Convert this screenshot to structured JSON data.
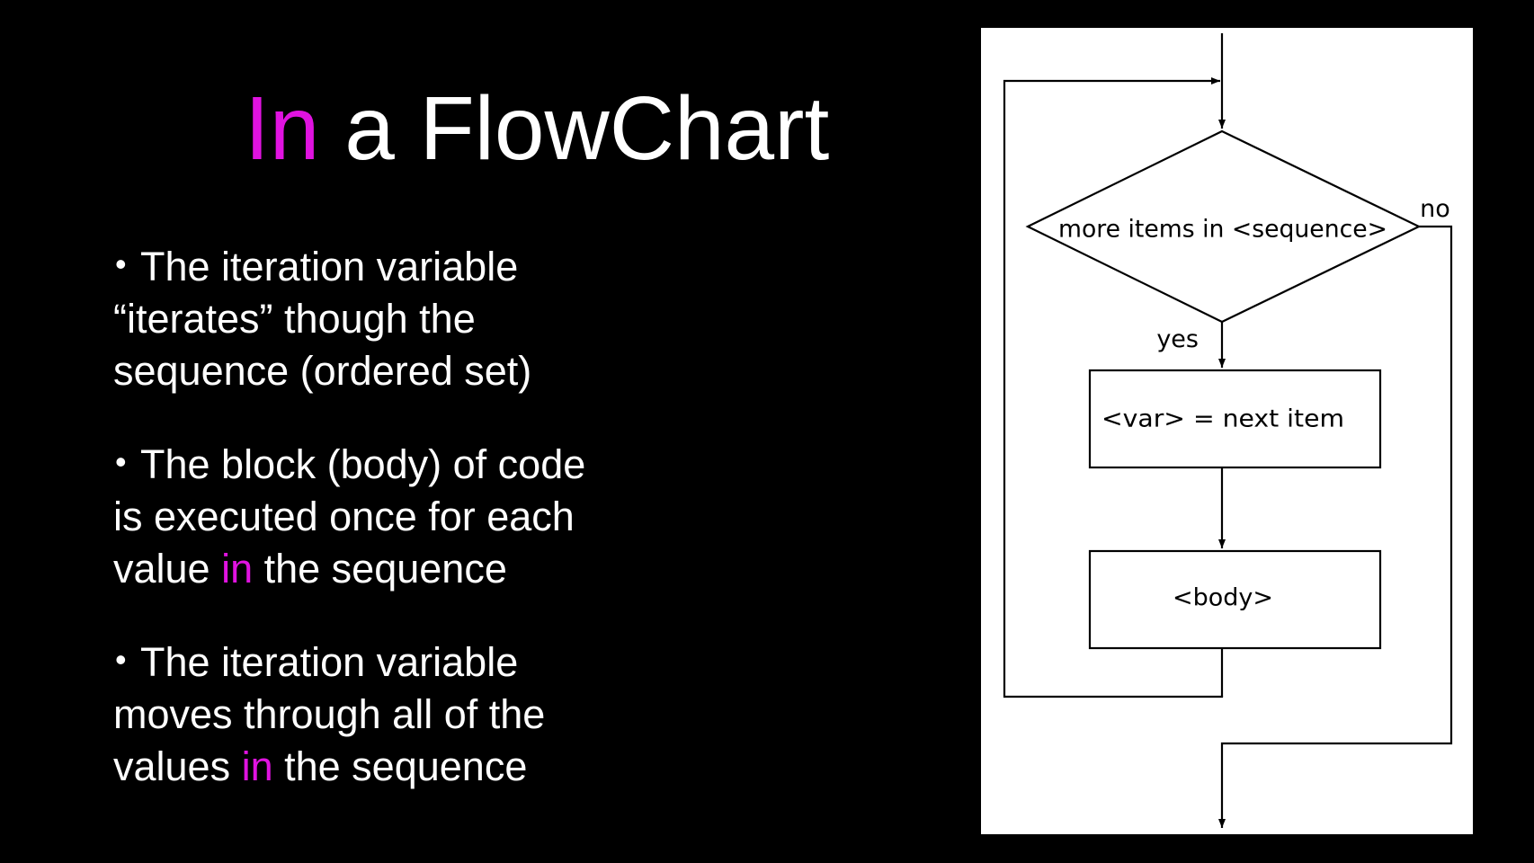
{
  "slide": {
    "title_highlight": "In",
    "title_rest": " a FlowChart",
    "bullets": [
      {
        "lines": [
          {
            "text": "The iteration variable"
          },
          {
            "text": "“iterates” though the"
          },
          {
            "text": "sequence (ordered set)"
          }
        ]
      },
      {
        "lines": [
          {
            "text": "The block (body) of code"
          },
          {
            "text": "is executed once for each"
          },
          {
            "pre": "value ",
            "hl": "in",
            "post": " the sequence"
          }
        ]
      },
      {
        "lines": [
          {
            "text": "The iteration variable"
          },
          {
            "text": "moves through all of the"
          },
          {
            "pre": "values ",
            "hl": "in",
            "post": " the sequence"
          }
        ]
      }
    ]
  },
  "flowchart": {
    "decision": "more items in <sequence>",
    "yes_label": "yes",
    "no_label": "no",
    "assign_box": "<var> = next item",
    "body_box": "<body>"
  },
  "colors": {
    "background": "#000000",
    "text": "#ffffff",
    "highlight": "#e013e0",
    "diagram_bg": "#ffffff"
  }
}
